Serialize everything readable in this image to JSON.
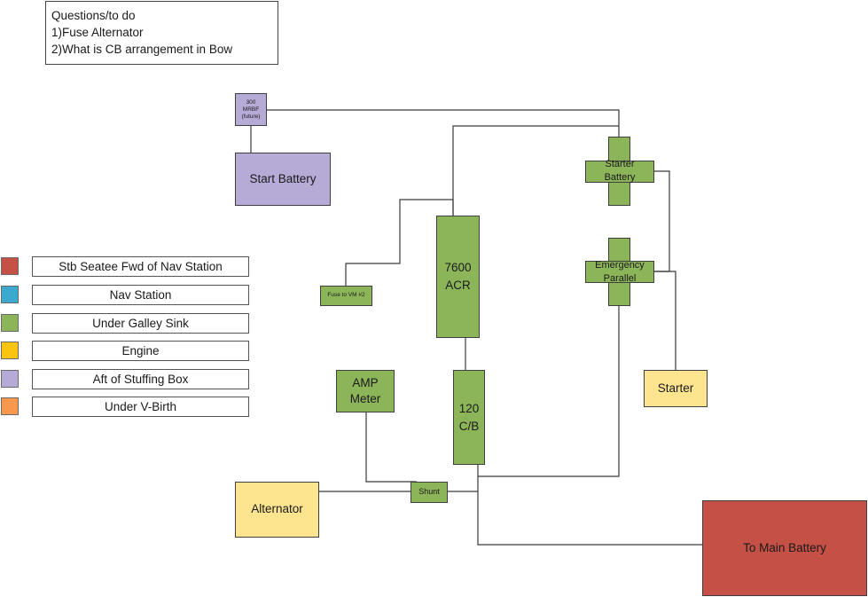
{
  "notes": {
    "title": "Questions/to do",
    "item1": "1)Fuse Alternator",
    "item2": "2)What is  CB arrangement in Bow"
  },
  "colors": {
    "red": "#c55046",
    "blue": "#3caacf",
    "green": "#8cb55a",
    "yellow": "#fde58f",
    "purple": "#b6aad6",
    "orange": "#f7984c"
  },
  "legend": [
    {
      "label": "Stb Seatee Fwd of Nav Station",
      "color": "#c55046"
    },
    {
      "label": "Nav Station",
      "color": "#3caacf"
    },
    {
      "label": "Under Galley Sink",
      "color": "#8cb55a"
    },
    {
      "label": "Engine",
      "color": "#fbc40f"
    },
    {
      "label": "Aft of Stuffing Box",
      "color": "#b6aad6"
    },
    {
      "label": "Under V-Birth",
      "color": "#f7984c"
    }
  ],
  "components": {
    "mrbf": "300\nMRBF\n(future)",
    "start_battery": "Start Battery",
    "fuse_vm": "Fuse to VM #2",
    "acr": "7600\nACR",
    "amp_meter": "AMP\nMeter",
    "cb120": "120\nC/B",
    "shunt": "Shunt",
    "alternator": "Alternator",
    "starter": "Starter",
    "main_battery": "To Main Battery",
    "starter_battery_switch": "Starter\nBattery",
    "emergency_parallel_switch": "Emergency\nParallel"
  }
}
